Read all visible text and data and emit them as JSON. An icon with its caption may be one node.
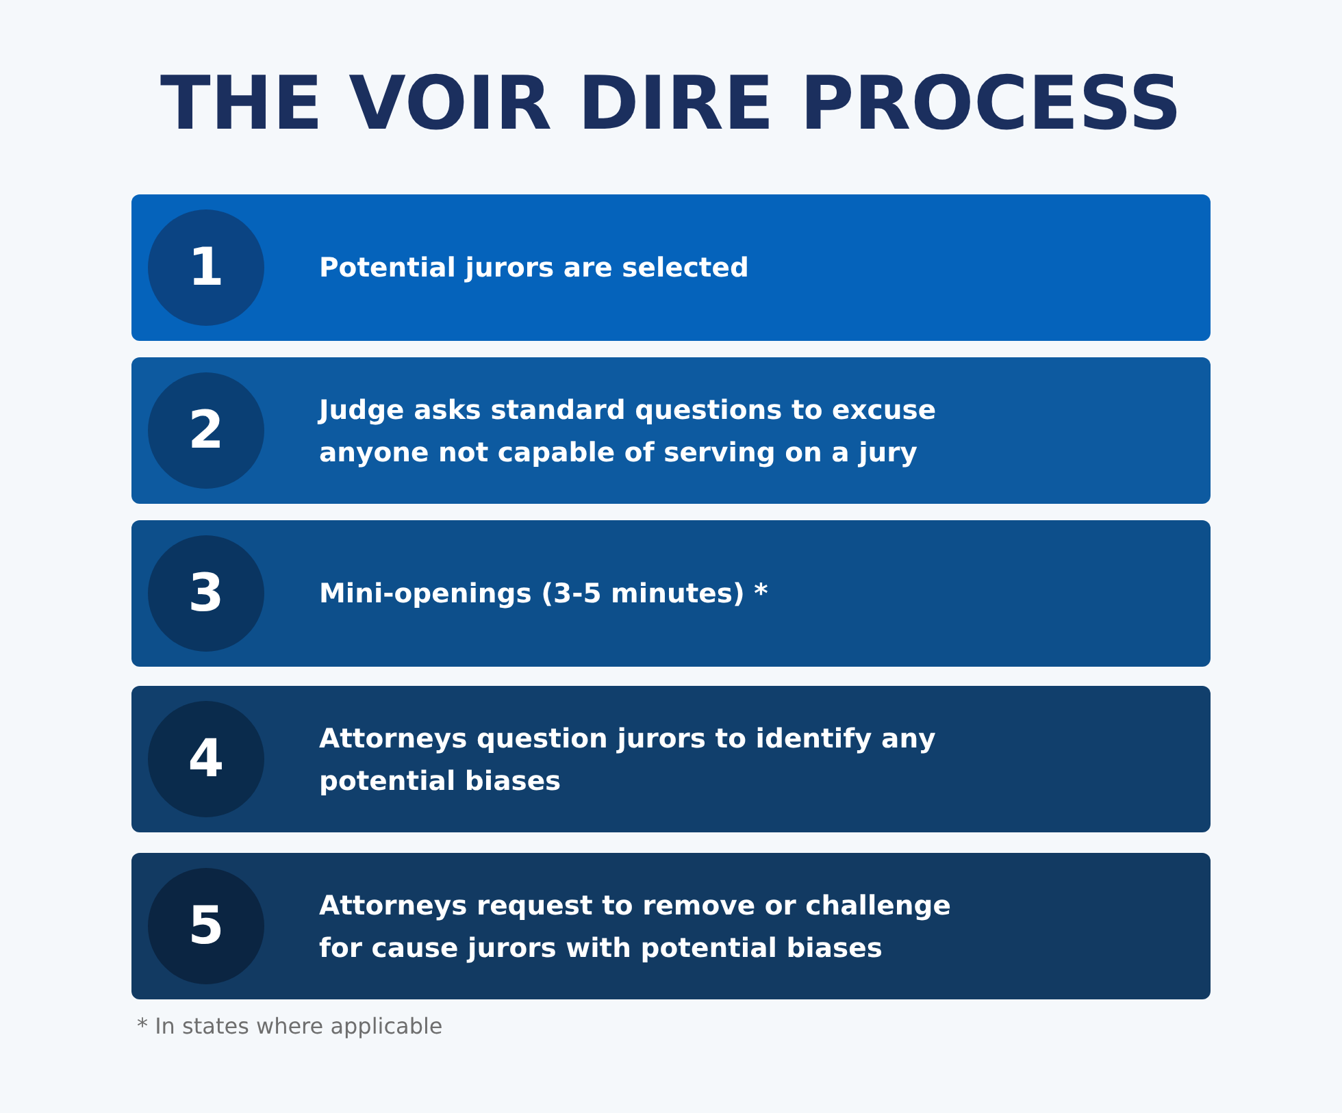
{
  "diagram": {
    "title": "THE VOIR DIRE PROCESS",
    "nodes": [
      {
        "text": [
          "Potential jurors are selected"
        ]
      },
      {
        "text": [
          "1"
        ],
        "in": 0
      },
      {
        "text": [
          "Judge asks standard questions to excuse anyone not capable of serving on a jury"
        ]
      },
      {
        "text": [
          "2"
        ],
        "in": 2
      },
      {
        "text": [
          "Mini-openings (3-5 minutes) *"
        ]
      },
      {
        "text": [
          "3"
        ],
        "in": 4
      },
      {
        "text": [
          "Attorneys question jurors to identify any potential biases"
        ]
      },
      {
        "text": [
          "4"
        ],
        "in": 6
      },
      {
        "text": [
          "Attorneys request to remove or challenge for cause jurors with potential biases"
        ]
      },
      {
        "text": [
          "5"
        ],
        "in": 8
      }
    ],
    "edges": [],
    "labels": [
      "* In states where applicable"
    ]
  }
}
